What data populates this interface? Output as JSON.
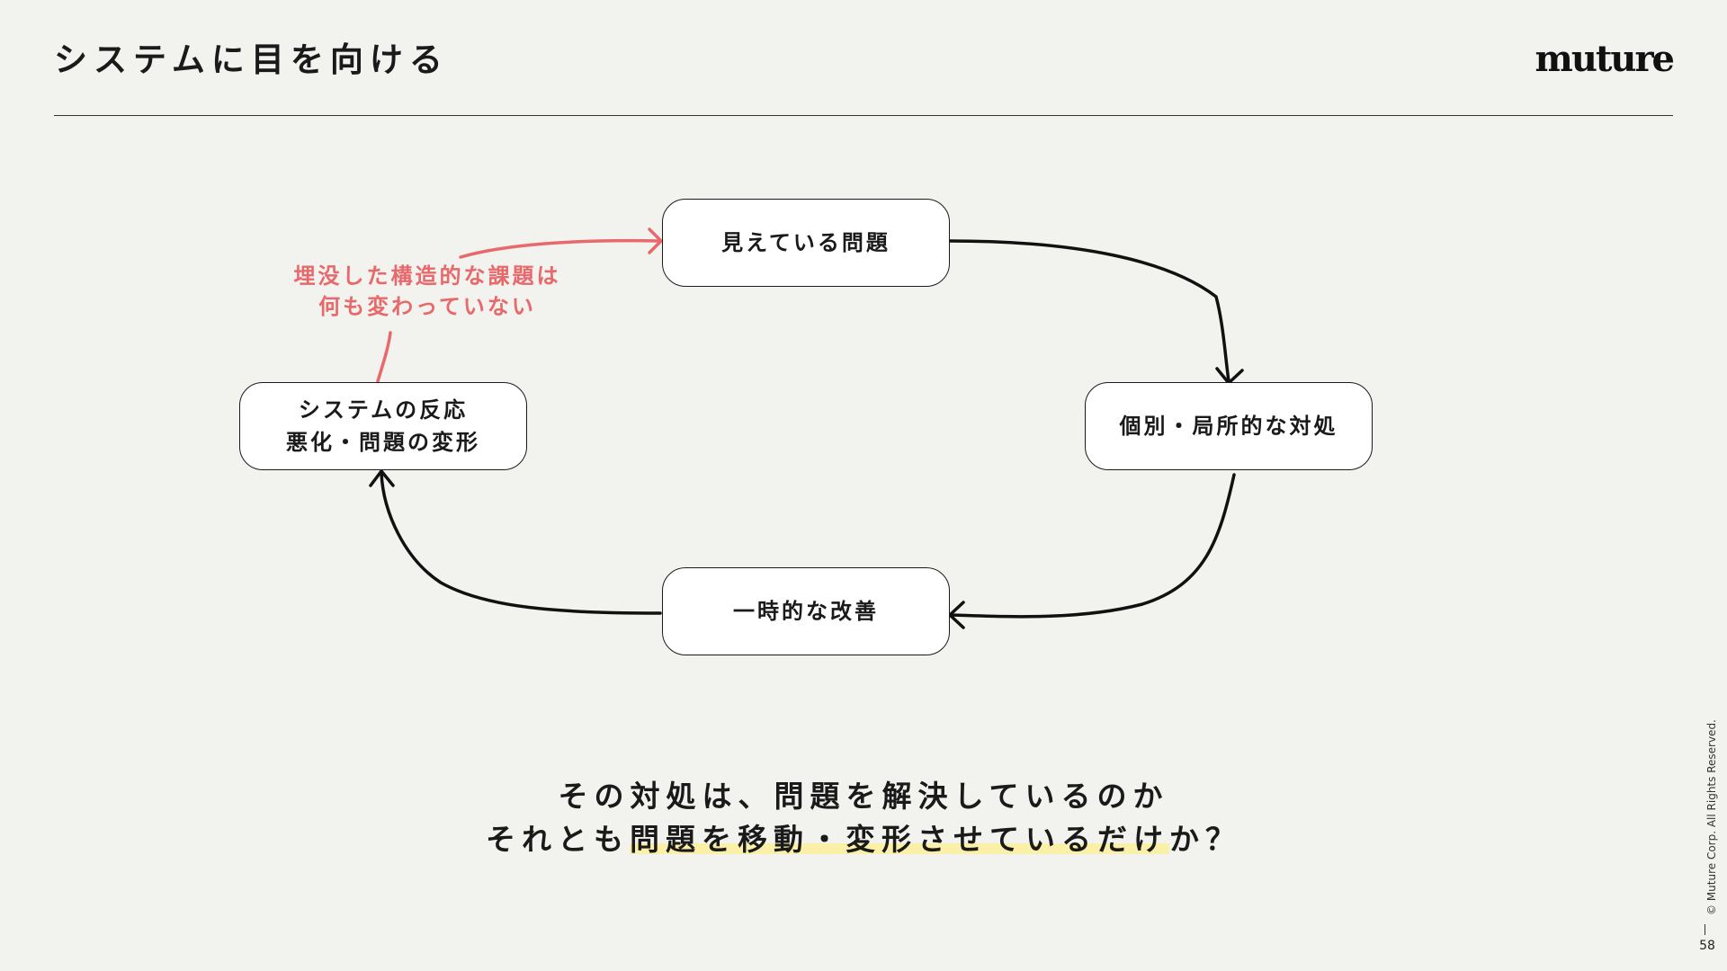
{
  "header": {
    "title": "システムに目を向ける",
    "logo": "muture"
  },
  "diagram": {
    "nodes": {
      "visible_problem": "見えている問題",
      "local_response": "個別・局所的な対処",
      "temporary_improvement": "一時的な改善",
      "system_reaction": "システムの反応\n悪化・問題の変形"
    },
    "annotation": "埋没した構造的な課題は\n何も変わっていない",
    "colors": {
      "arrow": "#111111",
      "annotation": "#e8696b",
      "node_fill": "#ffffff",
      "background": "#f2f2ef"
    }
  },
  "question": {
    "line1": "その対処は、問題を解決しているのか",
    "line2_prefix": "それとも",
    "line2_highlight": "問題を移動・変形させているだけ",
    "line2_suffix": "か？",
    "highlight_color": "#faf0a8"
  },
  "footer": {
    "copyright": "© Muture Corp. All Rights Reserved.",
    "page_number": "58"
  }
}
